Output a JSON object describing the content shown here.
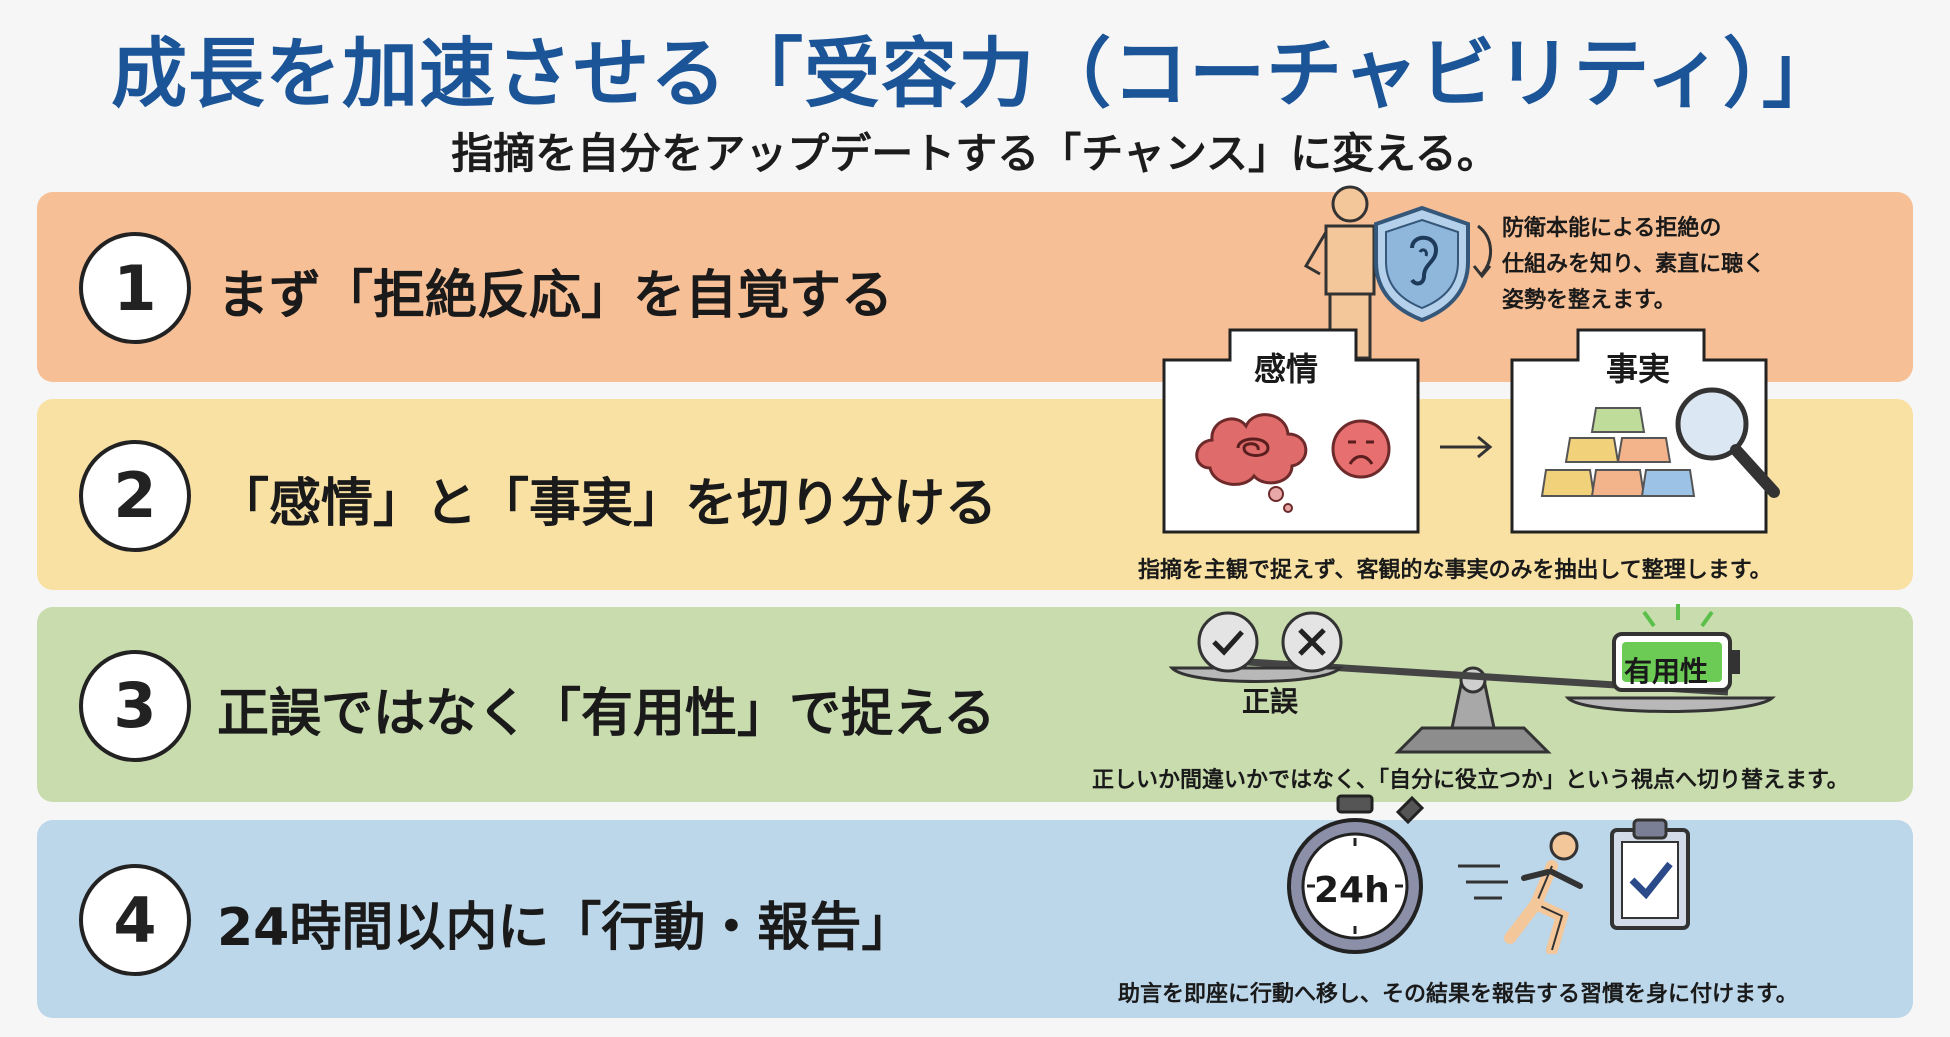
{
  "header": {
    "title": "成長を加速させる「受容力（コーチャビリティ）」",
    "subtitle": "指摘を自分をアップデートする「チャンス」に変える。"
  },
  "colors": {
    "title": "#1c5597",
    "band1": "#f6bf96",
    "band2": "#f8e1a3",
    "band3": "#c9dcae",
    "band4": "#bcd6ea"
  },
  "steps": [
    {
      "number": "1",
      "title": "まず「拒絶反応」を自覚する",
      "caption_lines": [
        "防衛本能による拒絶の",
        "仕組みを知り、素直に聴く",
        "姿勢を整えます。"
      ],
      "icons": [
        "person-icon",
        "shield-ear-icon",
        "curved-arrow-icon"
      ]
    },
    {
      "number": "2",
      "title": "「感情」と「事実」を切り分ける",
      "box_left": "感情",
      "box_right": "事実",
      "caption": "指摘を主観で捉えず、客観的な事実のみを抽出して整理します。",
      "icons": [
        "cloud-icon",
        "sad-face-icon",
        "arrow-right-icon",
        "blocks-icon",
        "magnifier-icon"
      ]
    },
    {
      "number": "3",
      "title": "正誤ではなく「有用性」で捉える",
      "scale_left_label": "正誤",
      "scale_right_label": "有用性",
      "caption": "正しいか間違いかではなく、「自分に役立つか」という視点へ切り替えます。",
      "icons": [
        "check-icon",
        "cross-icon",
        "balance-scale-icon",
        "battery-icon"
      ]
    },
    {
      "number": "4",
      "title": "24時間以内に「行動・報告」",
      "stopwatch_label": "24h",
      "caption": "助言を即座に行動へ移し、その結果を報告する習慣を身に付けます。",
      "icons": [
        "stopwatch-icon",
        "running-person-icon",
        "clipboard-check-icon"
      ]
    }
  ]
}
